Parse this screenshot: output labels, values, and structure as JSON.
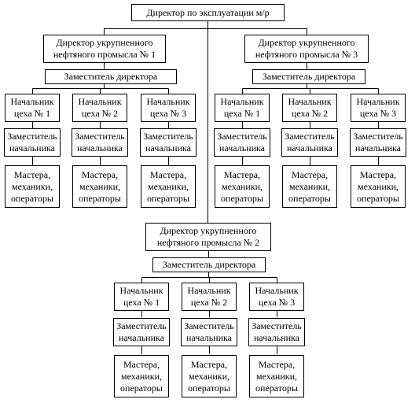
{
  "diagram": {
    "director": "Директор по эксплуатации м/р",
    "fields": [
      {
        "id": "field-1",
        "title": "Директор укрупненного\nнефтяного промысла № 1",
        "deputy": "Заместитель директора",
        "shops": [
          {
            "head": "Начальник\nцеха № 1",
            "deputy": "Заместитель\nначальника",
            "staff": "Мастера,\nмеханики,\nоператоры"
          },
          {
            "head": "Начальник\nцеха № 2",
            "deputy": "Заместитель\nначальника",
            "staff": "Мастера,\nмеханики,\nоператоры"
          },
          {
            "head": "Начальник\nцеха № 3",
            "deputy": "Заместитель\nначальника",
            "staff": "Мастера,\nмеханики,\nоператоры"
          }
        ]
      },
      {
        "id": "field-3",
        "title": "Директор укрупненного\nнефтяного промысла № 3",
        "deputy": "Заместитель директора",
        "shops": [
          {
            "head": "Начальник\nцеха № 1",
            "deputy": "Заместитель\nначальника",
            "staff": "Мастера,\nмеханики,\nоператоры"
          },
          {
            "head": "Начальник\nцеха № 2",
            "deputy": "Заместитель\nначальника",
            "staff": "Мастера,\nмеханики,\nоператоры"
          },
          {
            "head": "Начальник\nцеха № 3",
            "deputy": "Заместитель\nначальника",
            "staff": "Мастера,\nмеханики,\nоператоры"
          }
        ]
      },
      {
        "id": "field-2",
        "title": "Директор укрупненного\nнефтяного промысла № 2",
        "deputy": "Заместитель директора",
        "shops": [
          {
            "head": "Начальник\nцеха № 1",
            "deputy": "Заместитель\nначальника",
            "staff": "Мастера,\nмеханики,\nоператоры"
          },
          {
            "head": "Начальник\nцеха № 2",
            "deputy": "Заместитель\nначальника",
            "staff": "Мастера,\nмеханики,\nоператоры"
          },
          {
            "head": "Начальник\nцеха № 3",
            "deputy": "Заместитель\nначальника",
            "staff": "Мастера,\nмеханики,\nоператоры"
          }
        ]
      }
    ]
  }
}
